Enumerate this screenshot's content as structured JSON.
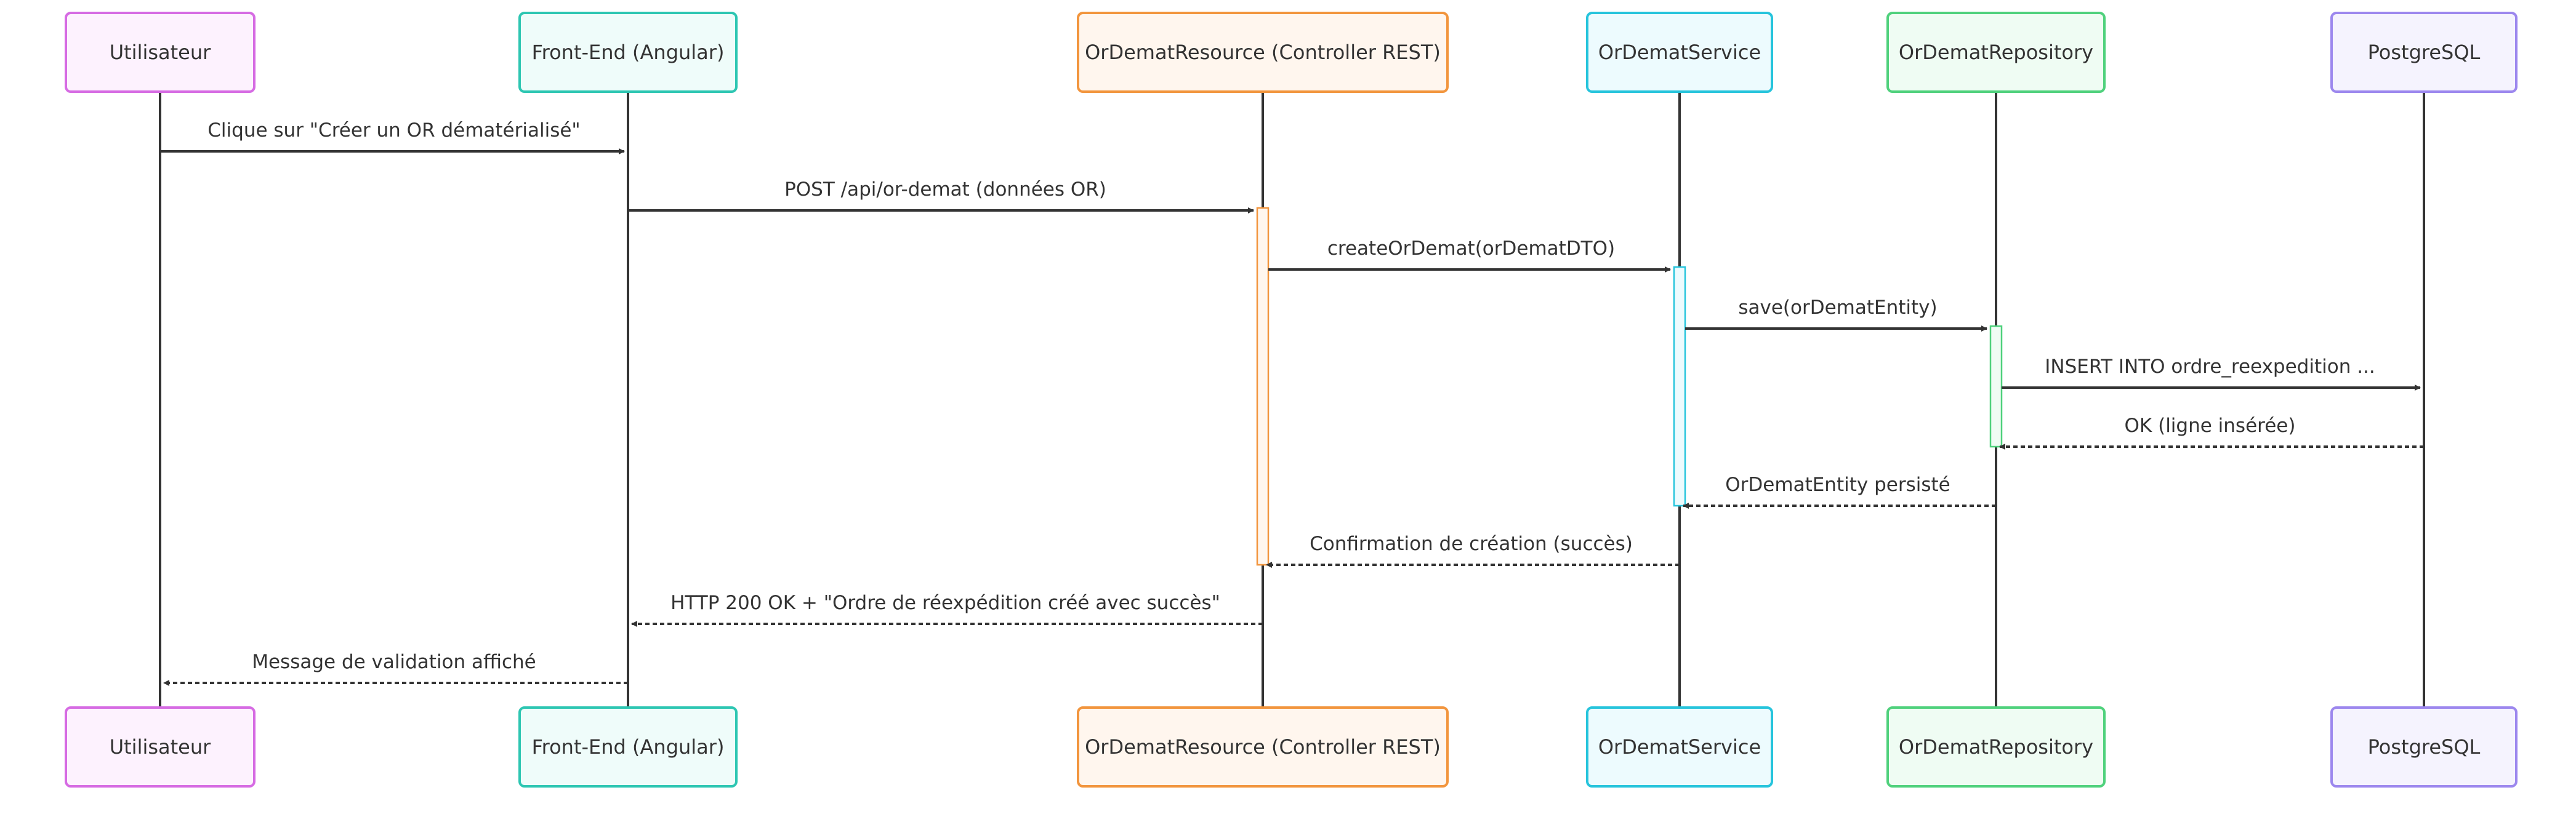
{
  "participants": [
    {
      "id": "user",
      "label": "Utilisateur",
      "stroke": "#D66BE3",
      "fill": "#FDF2FE"
    },
    {
      "id": "front",
      "label": "Front-End (Angular)",
      "stroke": "#2DC6B2",
      "fill": "#EFFCFA"
    },
    {
      "id": "resource",
      "label": "OrDematResource (Controller REST)",
      "stroke": "#F2953D",
      "fill": "#FFF6EE"
    },
    {
      "id": "service",
      "label": "OrDematService",
      "stroke": "#26C4DC",
      "fill": "#EDFBFE"
    },
    {
      "id": "repository",
      "label": "OrDematRepository",
      "stroke": "#4FD17C",
      "fill": "#EFFCF3"
    },
    {
      "id": "db",
      "label": "PostgreSQL",
      "stroke": "#9C87EE",
      "fill": "#F5F3FE"
    }
  ],
  "messages": [
    {
      "from": "user",
      "to": "front",
      "label": "Clique sur \"Créer un OR dématérialisé\"",
      "style": "solid"
    },
    {
      "from": "front",
      "to": "resource",
      "label": "POST /api/or-demat (données OR)",
      "style": "solid"
    },
    {
      "from": "resource",
      "to": "service",
      "label": "createOrDemat(orDematDTO)",
      "style": "solid"
    },
    {
      "from": "service",
      "to": "repository",
      "label": "save(orDematEntity)",
      "style": "solid"
    },
    {
      "from": "repository",
      "to": "db",
      "label": "INSERT INTO ordre_reexpedition ...",
      "style": "solid"
    },
    {
      "from": "db",
      "to": "repository",
      "label": "OK (ligne insérée)",
      "style": "dashed"
    },
    {
      "from": "repository",
      "to": "service",
      "label": "OrDematEntity persisté",
      "style": "dashed"
    },
    {
      "from": "service",
      "to": "resource",
      "label": "Confirmation de création (succès)",
      "style": "dashed"
    },
    {
      "from": "resource",
      "to": "front",
      "label": "HTTP 200 OK + \"Ordre de réexpédition créé avec succès\"",
      "style": "dashed"
    },
    {
      "from": "front",
      "to": "user",
      "label": "Message de validation affiché",
      "style": "dashed"
    }
  ],
  "activations": [
    {
      "participant": "resource",
      "from_message": 1,
      "to_message": 7
    },
    {
      "participant": "service",
      "from_message": 2,
      "to_message": 6
    },
    {
      "participant": "repository",
      "from_message": 3,
      "to_message": 5
    }
  ],
  "colors": {
    "line": "#333333",
    "text": "#333333"
  }
}
